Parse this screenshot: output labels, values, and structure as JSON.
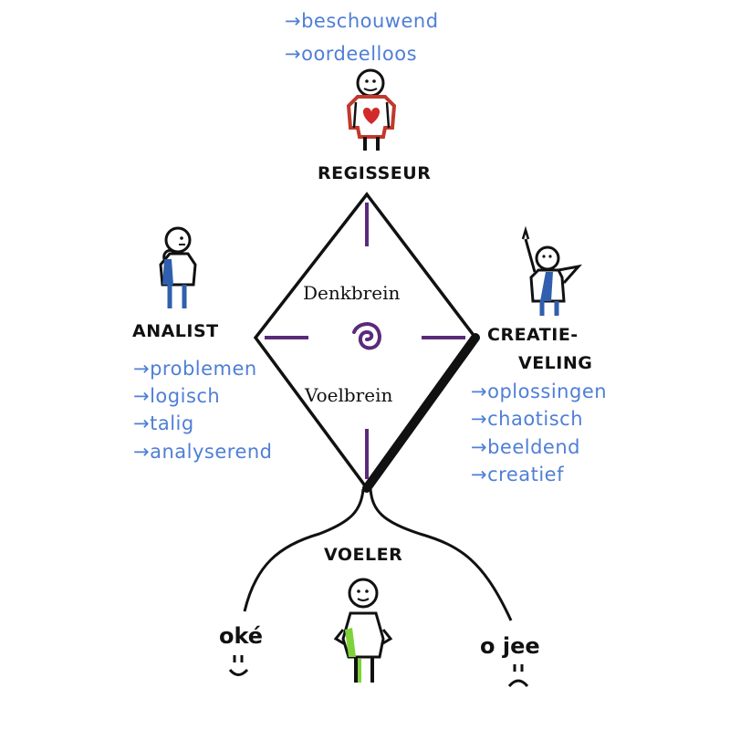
{
  "regisseur": {
    "label": "REGISSEUR",
    "traits": [
      "→beschouwend",
      "→oordeelloos"
    ]
  },
  "analist": {
    "label": "ANALIST",
    "traits": [
      "→problemen",
      "→logisch",
      "→talig",
      "→analyserend"
    ]
  },
  "creatieveling": {
    "label_line1": "CREATIE-",
    "label_line2": "VELING",
    "traits": [
      "→oplossingen",
      "→chaotisch",
      "→beeldend",
      "→creatief"
    ]
  },
  "center": {
    "top": "Denkbrein",
    "bottom": "Voelbrein"
  },
  "voeler": {
    "label": "VOELER",
    "left": "oké",
    "right": "o jee"
  },
  "colors": {
    "ink": "#111111",
    "blue_text": "#4f7fd6",
    "purple": "#5a2b7a",
    "heart": "#d22a2a",
    "shirt_blue": "#2f5fae",
    "shirt_green": "#7fd23a"
  }
}
